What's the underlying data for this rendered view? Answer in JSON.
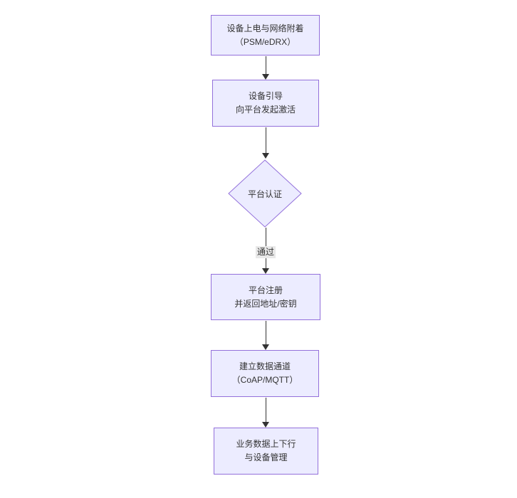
{
  "diagram": {
    "type": "flowchart-vertical",
    "nodes": {
      "attach": {
        "label": "设备上电与网络附着\n（PSM/eDRX）"
      },
      "bootstrap": {
        "label": "设备引导\n向平台发起激活"
      },
      "auth": {
        "label": "平台认证",
        "shape": "diamond"
      },
      "register": {
        "label": "平台注册\n并返回地址/密钥"
      },
      "channel": {
        "label": "建立数据通道\n（CoAP/MQTT）"
      },
      "business": {
        "label": "业务数据上下行\n与设备管理"
      }
    },
    "edges": {
      "auth_to_register": {
        "label": "通过"
      }
    },
    "colors": {
      "node_fill": "#ECECFF",
      "node_border": "#9370DB",
      "edge_line": "#333333",
      "edge_label_bg": "#e8e8e8",
      "text": "#333333"
    }
  }
}
